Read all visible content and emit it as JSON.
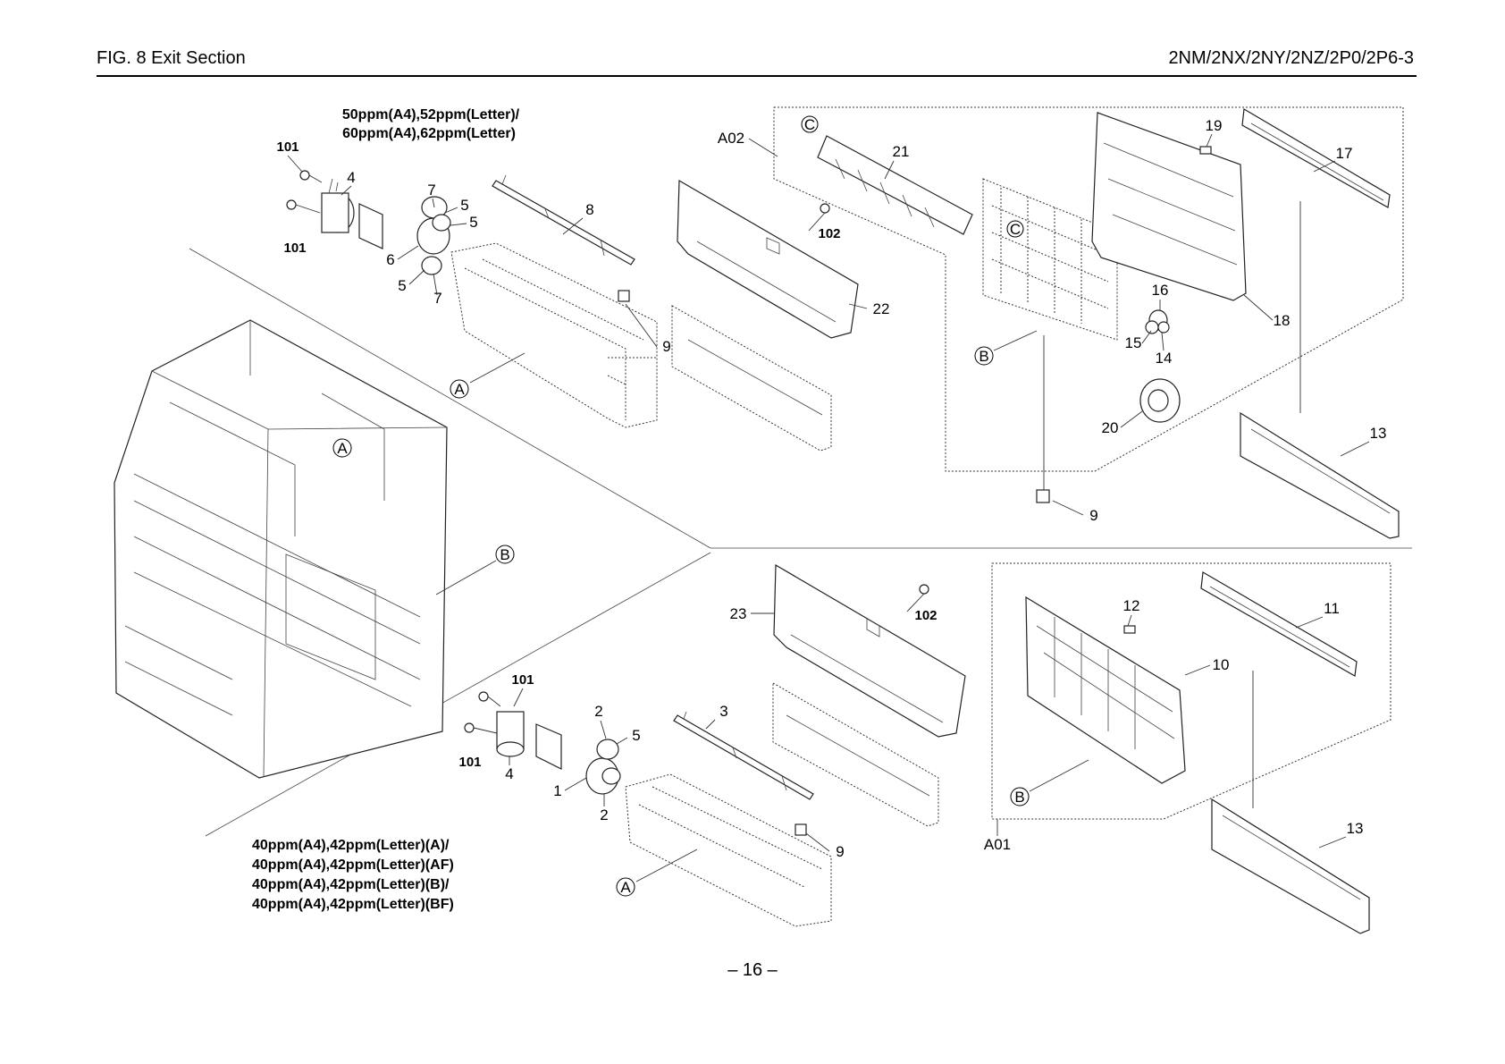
{
  "header": {
    "figure_title": "FIG.  8  Exit Section",
    "model_codes": "2NM/2NX/2NY/2NZ/2P0/2P6-3"
  },
  "footer": {
    "page_number": "– 16 –"
  },
  "captions": {
    "top_line1": "50ppm(A4),52ppm(Letter)/",
    "top_line2": "60ppm(A4),62ppm(Letter)",
    "bottom_line1": "40ppm(A4),42ppm(Letter)(A)/",
    "bottom_line2": "40ppm(A4),42ppm(Letter)(AF)",
    "bottom_line3": "40ppm(A4),42ppm(Letter)(B)/",
    "bottom_line4": "40ppm(A4),42ppm(Letter)(BF)"
  },
  "callouts": {
    "A": "A",
    "B": "B",
    "C": "C"
  },
  "assemblies": {
    "a01": "A01",
    "a02": "A02"
  },
  "parts": {
    "p1": "1",
    "p2": "2",
    "p3": "3",
    "p4": "4",
    "p5": "5",
    "p6": "6",
    "p7": "7",
    "p8": "8",
    "p9": "9",
    "p10": "10",
    "p11": "11",
    "p12": "12",
    "p13": "13",
    "p14": "14",
    "p15": "15",
    "p16": "16",
    "p17": "17",
    "p18": "18",
    "p19": "19",
    "p20": "20",
    "p21": "21",
    "p22": "22",
    "p23": "23",
    "p101": "101",
    "p102": "102"
  }
}
